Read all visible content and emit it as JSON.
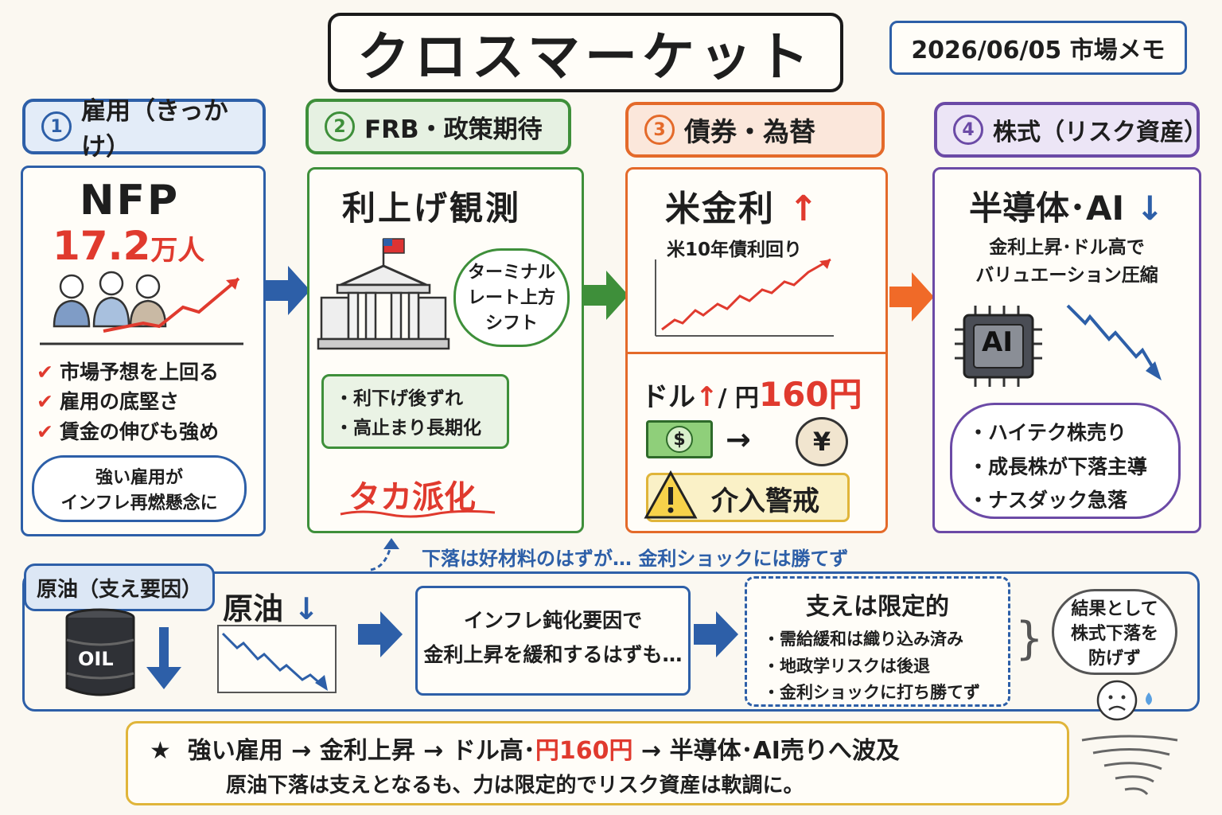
{
  "title": "クロスマーケット",
  "date_label": "2026/06/05 市場メモ",
  "columns": [
    {
      "num": "1",
      "header": "雇用（きっかけ）",
      "heading": "NFP",
      "figure": "17.2",
      "unit": "万人",
      "checks": [
        "市場予想を上回る",
        "雇用の底堅さ",
        "賃金の伸びも強め"
      ],
      "cloud": [
        "強い雇用が",
        "インフレ再燃懸念に"
      ]
    },
    {
      "num": "2",
      "header": "FRB・政策期待",
      "heading": "利上げ観測",
      "bubble": [
        "ターミナル",
        "レート上方",
        "シフト"
      ],
      "bullets": [
        "・利下げ後ずれ",
        "・高止まり長期化"
      ],
      "tag": "タカ派化"
    },
    {
      "num": "3",
      "header": "債券・為替",
      "heading": "米金利",
      "sub": "米10年債利回り",
      "fx_prefix": "ドル",
      "fx_mid": "/ 円",
      "fx_value": "160円",
      "dollar": "$",
      "yen": "¥",
      "warn": "介入警戒"
    },
    {
      "num": "4",
      "header": "株式（リスク資産）",
      "heading": "半導体･AI",
      "desc": [
        "金利上昇･ドル高で",
        "バリュエーション圧縮"
      ],
      "chip": "AI",
      "cloud": [
        "・ハイテク株売り",
        "・成長株が下落主導",
        "・ナスダック急落"
      ]
    }
  ],
  "connector_note": "下落は好材料のはずが… 金利ショックには勝てず",
  "oil": {
    "header": "原油（支え要因）",
    "barrel_label": "OIL",
    "chart_label": "原油",
    "box_text": [
      "インフレ鈍化要因で",
      "金利上昇を緩和するはずも…"
    ],
    "limit_title": "支えは限定的",
    "limit_items": [
      "・需給緩和は織り込み済み",
      "・地政学リスクは後退",
      "・金利ショックに打ち勝てず"
    ],
    "result": [
      "結果として",
      "株式下落を",
      "防げず"
    ]
  },
  "summary": {
    "star": "★",
    "line1_a": "強い雇用 → 金利上昇 → ドル高･",
    "line1_red": "円160円",
    "line1_b": "→ 半導体･AI売りへ波及",
    "line2": "原油下落は支えとなるも、力は限定的でリスク資産は軟調に。"
  },
  "colors": {
    "blue": "#2d5fa8",
    "green": "#3e8f3a",
    "orange": "#e46a2a",
    "purple": "#6b4aa6",
    "red": "#e03a2e",
    "yellow": "#f7d24a"
  }
}
